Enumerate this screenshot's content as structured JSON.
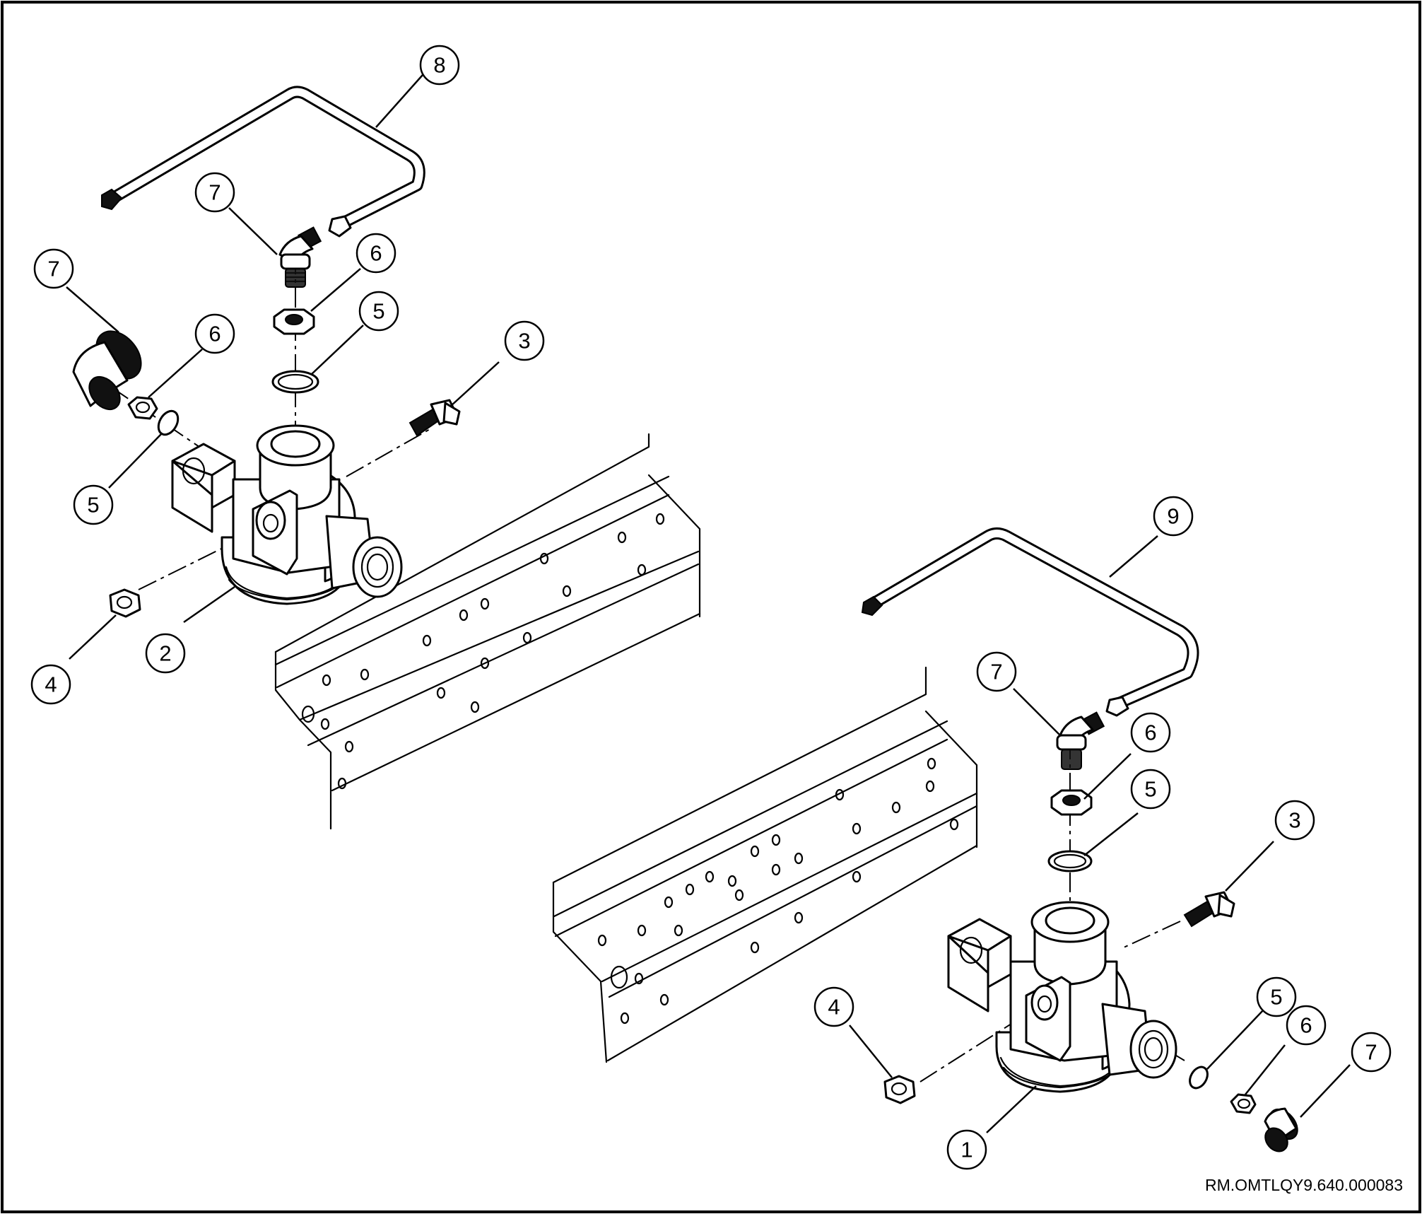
{
  "drawing": {
    "reference": "RM.OMTLQY9.640.000083"
  },
  "callouts": [
    {
      "id": "c1",
      "label": "8"
    },
    {
      "id": "c2",
      "label": "7"
    },
    {
      "id": "c3",
      "label": "7"
    },
    {
      "id": "c4",
      "label": "6"
    },
    {
      "id": "c5",
      "label": "6"
    },
    {
      "id": "c6",
      "label": "5"
    },
    {
      "id": "c7",
      "label": "3"
    },
    {
      "id": "c8",
      "label": "5"
    },
    {
      "id": "c9",
      "label": "2"
    },
    {
      "id": "c10",
      "label": "4"
    },
    {
      "id": "c11",
      "label": "9"
    },
    {
      "id": "c12",
      "label": "7"
    },
    {
      "id": "c13",
      "label": "6"
    },
    {
      "id": "c14",
      "label": "5"
    },
    {
      "id": "c15",
      "label": "3"
    },
    {
      "id": "c16",
      "label": "4"
    },
    {
      "id": "c17",
      "label": "5"
    },
    {
      "id": "c18",
      "label": "6"
    },
    {
      "id": "c19",
      "label": "7"
    },
    {
      "id": "c20",
      "label": "1"
    }
  ]
}
